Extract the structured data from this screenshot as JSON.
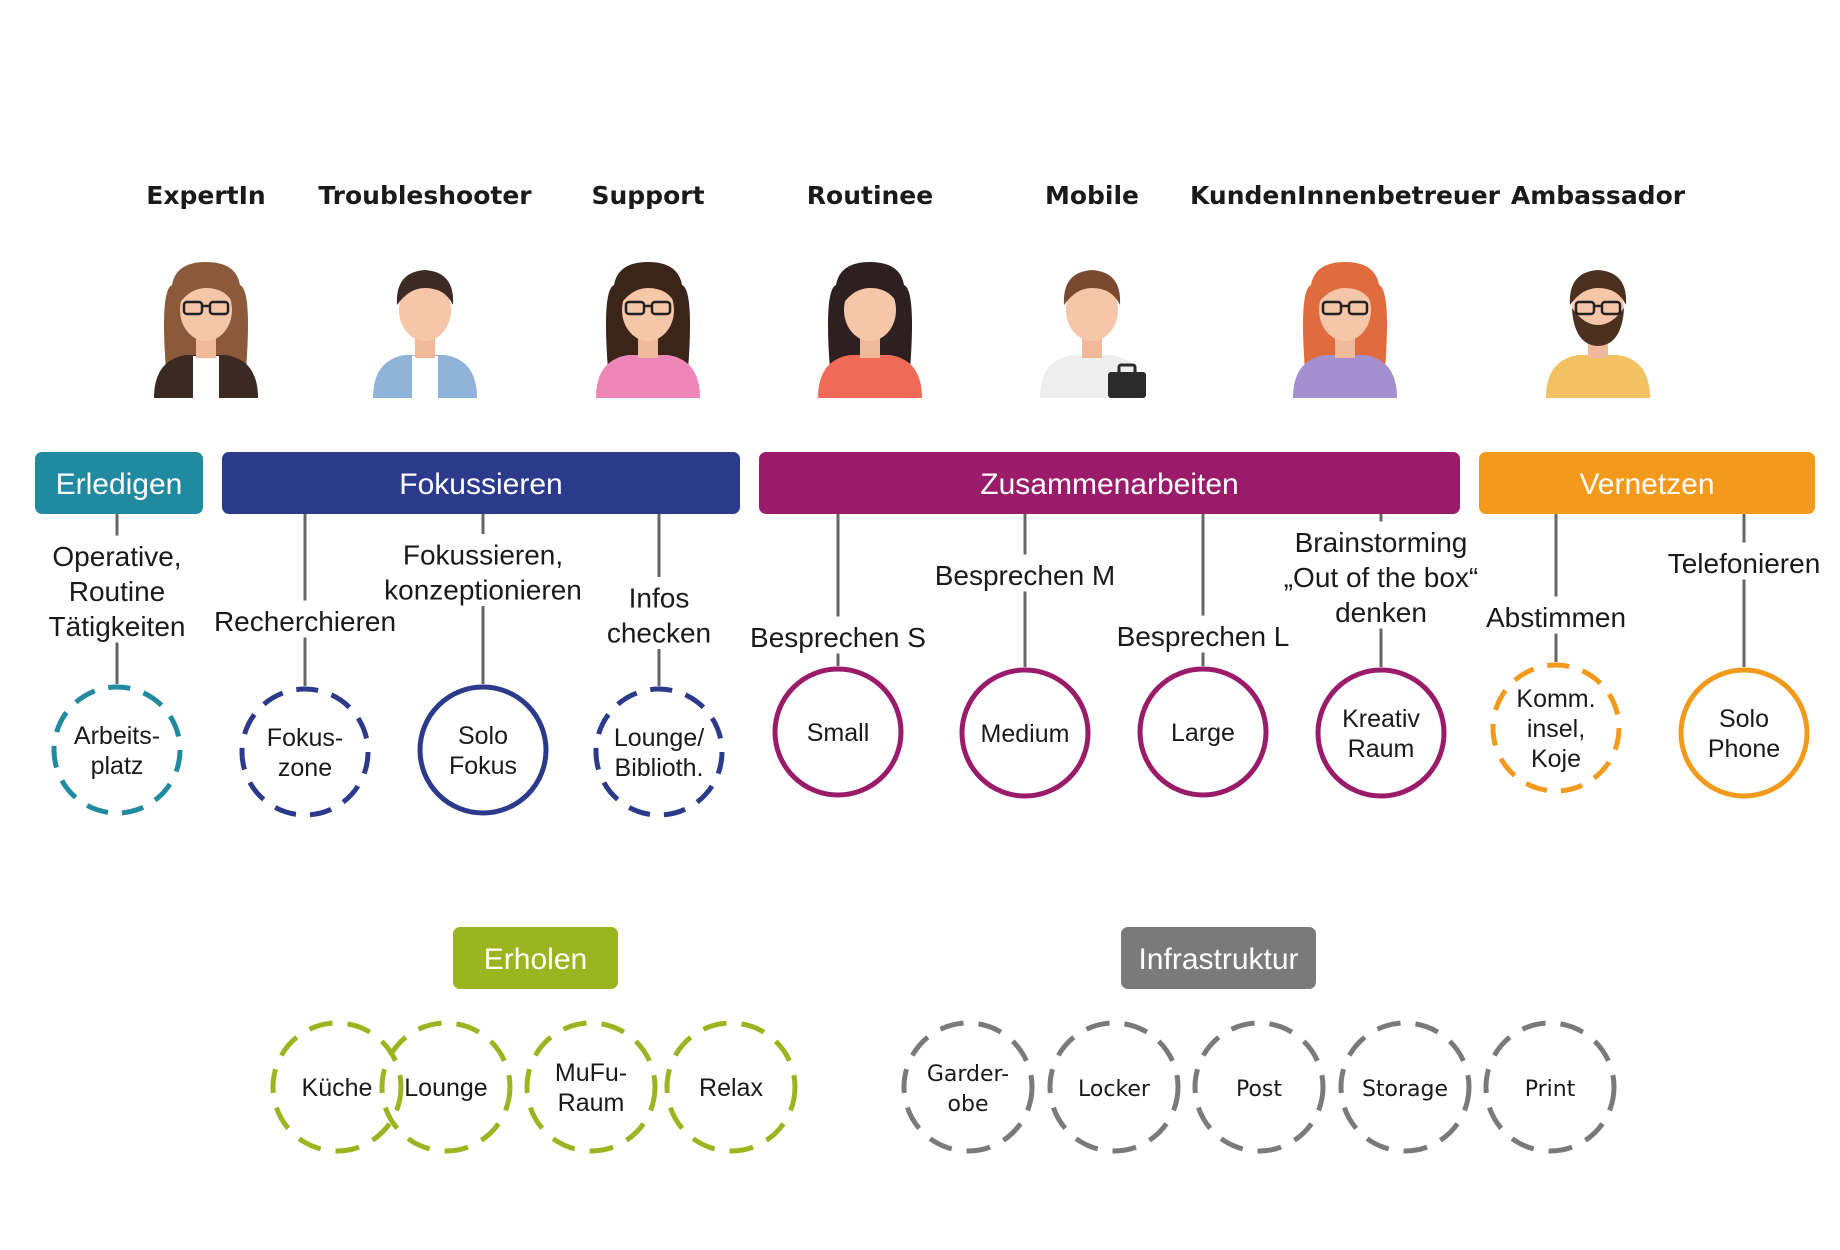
{
  "personas": [
    {
      "name": "ExpertIn",
      "hair": "#8a5a3b",
      "shirt": "#3a2a22",
      "inner": "#ffffff",
      "glasses": true,
      "long_hair": true,
      "beard": false,
      "bag": false
    },
    {
      "name": "Troubleshooter",
      "hair": "#3b2b24",
      "shirt": "#8fb3d9",
      "inner": "#ffffff",
      "glasses": false,
      "long_hair": false,
      "beard": false,
      "bag": false
    },
    {
      "name": "Support",
      "hair": "#3b2418",
      "shirt": "#ee86b8",
      "inner": "#ee86b8",
      "glasses": true,
      "long_hair": true,
      "beard": false,
      "bag": false
    },
    {
      "name": "Routinee",
      "hair": "#2e2020",
      "shirt": "#f16a55",
      "inner": "#f16a55",
      "glasses": false,
      "long_hair": true,
      "beard": false,
      "bag": false
    },
    {
      "name": "Mobile",
      "hair": "#7a4a30",
      "shirt": "#eeeeee",
      "inner": "#eeeeee",
      "glasses": false,
      "long_hair": false,
      "beard": false,
      "bag": true
    },
    {
      "name": "KundenInnenbetreuer",
      "hair": "#e06b3c",
      "shirt": "#a48fd1",
      "inner": "#a48fd1",
      "glasses": true,
      "long_hair": true,
      "beard": false,
      "bag": false
    },
    {
      "name": "Ambassador",
      "hair": "#4b3020",
      "shirt": "#f2c262",
      "inner": "#f2c262",
      "glasses": true,
      "long_hair": false,
      "beard": true,
      "bag": false
    }
  ],
  "categories": [
    {
      "label": "Erledigen",
      "color": "#1f8aa0",
      "activities": [
        {
          "label": [
            "Operative,",
            "Routine",
            "Tätigkeiten"
          ],
          "space": [
            "Arbeits-",
            "platz"
          ],
          "dashed": true
        }
      ]
    },
    {
      "label": "Fokussieren",
      "color": "#2c3a8c",
      "activities": [
        {
          "label": [
            "Recherchieren"
          ],
          "space": [
            "Fokus-",
            "zone"
          ],
          "dashed": true
        },
        {
          "label": [
            "Fokussieren,",
            "konzeptionieren"
          ],
          "space": [
            "Solo",
            "Fokus"
          ],
          "dashed": false
        },
        {
          "label": [
            "Infos",
            "checken"
          ],
          "space": [
            "Lounge/",
            "Biblioth."
          ],
          "dashed": true
        }
      ]
    },
    {
      "label": "Zusammenarbeiten",
      "color": "#9b1b6b",
      "activities": [
        {
          "label": [
            "Besprechen S"
          ],
          "space": [
            "Small"
          ],
          "dashed": false
        },
        {
          "label": [
            "Besprechen M"
          ],
          "space": [
            "Medium"
          ],
          "dashed": false
        },
        {
          "label": [
            "Besprechen L"
          ],
          "space": [
            "Large"
          ],
          "dashed": false
        },
        {
          "label": [
            "Brainstorming",
            "„Out of the box“",
            "denken"
          ],
          "space": [
            "Kreativ",
            "Raum"
          ],
          "dashed": false
        }
      ]
    },
    {
      "label": "Vernetzen",
      "color": "#f39a1c",
      "activities": [
        {
          "label": [
            "Abstimmen"
          ],
          "space": [
            "Komm.",
            "insel,",
            "Koje"
          ],
          "dashed": true
        },
        {
          "label": [
            "Telefonieren"
          ],
          "space": [
            "Solo",
            "Phone"
          ],
          "dashed": false
        }
      ]
    }
  ],
  "groups": [
    {
      "label": "Erholen",
      "color": "#9bb521",
      "items": [
        [
          "Küche"
        ],
        [
          "Lounge"
        ],
        [
          "MuFu-",
          "Raum"
        ],
        [
          "Relax"
        ]
      ]
    },
    {
      "label": "Infrastruktur",
      "color": "#7a7a7a",
      "items": [
        [
          "Garder-",
          "obe"
        ],
        [
          "Locker"
        ],
        [
          "Post"
        ],
        [
          "Storage"
        ],
        [
          "Print"
        ]
      ]
    }
  ]
}
